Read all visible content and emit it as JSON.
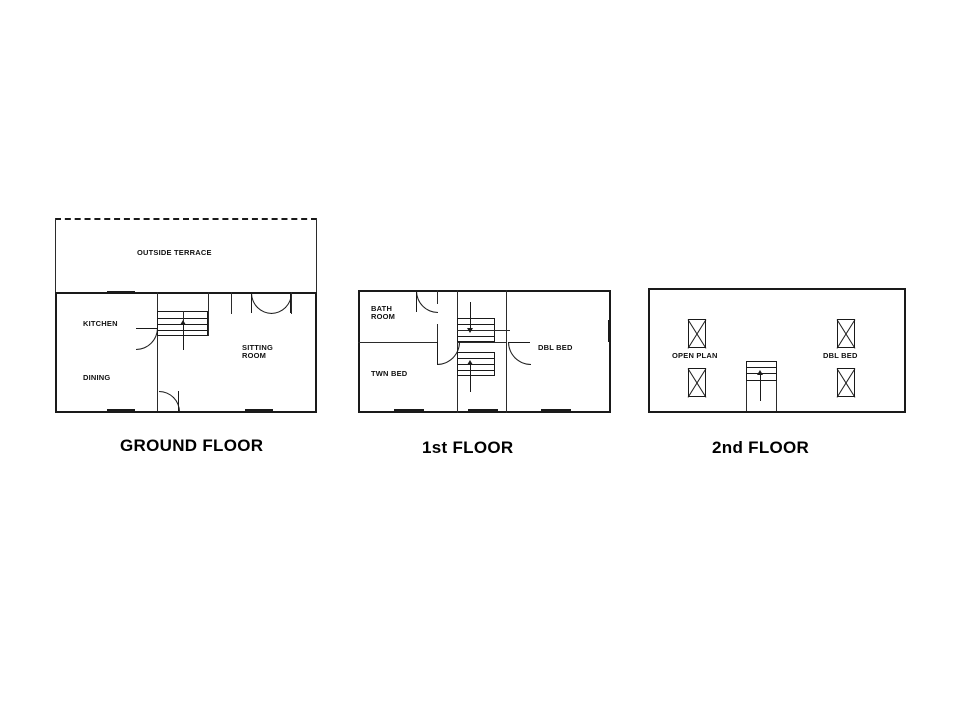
{
  "document": {
    "type": "architectural-floor-plan",
    "background_color": "#ffffff",
    "line_color": "#1a1a1a"
  },
  "floors": [
    {
      "id": "ground",
      "title": "GROUND FLOOR",
      "rooms": [
        {
          "name": "OUTSIDE TERRACE",
          "label": "OUTSIDE TERRACE",
          "boundary": "dashed"
        },
        {
          "name": "KITCHEN",
          "label": "KITCHEN",
          "boundary": "solid"
        },
        {
          "name": "DINING",
          "label": "DINING",
          "boundary": "solid"
        },
        {
          "name": "SITTING ROOM",
          "label": "SITTING\nROOM",
          "boundary": "solid"
        }
      ],
      "features": [
        {
          "type": "stairs",
          "direction": "up",
          "arrow": "up"
        },
        {
          "type": "double-door",
          "location": "sitting-room-top"
        },
        {
          "type": "door",
          "location": "kitchen-dining-partition"
        },
        {
          "type": "door",
          "location": "sitting-room-bottom"
        },
        {
          "type": "window",
          "location": "kitchen-top-wall"
        }
      ]
    },
    {
      "id": "first",
      "title": "1st FLOOR",
      "rooms": [
        {
          "name": "BATH ROOM",
          "label": "BATH\nROOM",
          "boundary": "solid"
        },
        {
          "name": "TWIN BED",
          "label": "TWN BED",
          "boundary": "solid"
        },
        {
          "name": "DOUBLE BED",
          "label": "DBL BED",
          "boundary": "solid"
        }
      ],
      "features": [
        {
          "type": "stairs",
          "direction": "down",
          "arrow": "down"
        },
        {
          "type": "stairs",
          "direction": "up",
          "arrow": "up"
        },
        {
          "type": "door",
          "location": "bathroom"
        },
        {
          "type": "door",
          "location": "twin-bed-landing"
        },
        {
          "type": "door",
          "location": "double-bed"
        },
        {
          "type": "window",
          "location": "double-bed-right-wall"
        },
        {
          "type": "window",
          "location": "bottom-wall-left"
        },
        {
          "type": "window",
          "location": "bottom-wall-centre"
        },
        {
          "type": "window",
          "location": "bottom-wall-right"
        }
      ]
    },
    {
      "id": "second",
      "title": "2nd FLOOR",
      "rooms": [
        {
          "name": "OPEN PLAN",
          "label": "OPEN PLAN",
          "boundary": "solid"
        },
        {
          "name": "DOUBLE BED",
          "label": "DBL BED",
          "boundary": "solid"
        }
      ],
      "features": [
        {
          "type": "stairs",
          "direction": "up",
          "arrow": "up"
        },
        {
          "type": "skylight",
          "location": "open-plan-upper"
        },
        {
          "type": "skylight",
          "location": "open-plan-lower"
        },
        {
          "type": "skylight",
          "location": "double-bed-upper"
        },
        {
          "type": "skylight",
          "location": "double-bed-lower"
        }
      ]
    }
  ],
  "labels": {
    "ground": {
      "terrace": "OUTSIDE TERRACE",
      "kitchen": "KITCHEN",
      "dining": "DINING",
      "sitting": "SITTING\nROOM",
      "title": "GROUND FLOOR"
    },
    "first": {
      "bathroom": "BATH\nROOM",
      "twin": "TWN BED",
      "double": "DBL BED",
      "title": "1st FLOOR"
    },
    "second": {
      "openplan": "OPEN PLAN",
      "double": "DBL BED",
      "title": "2nd FLOOR"
    }
  }
}
